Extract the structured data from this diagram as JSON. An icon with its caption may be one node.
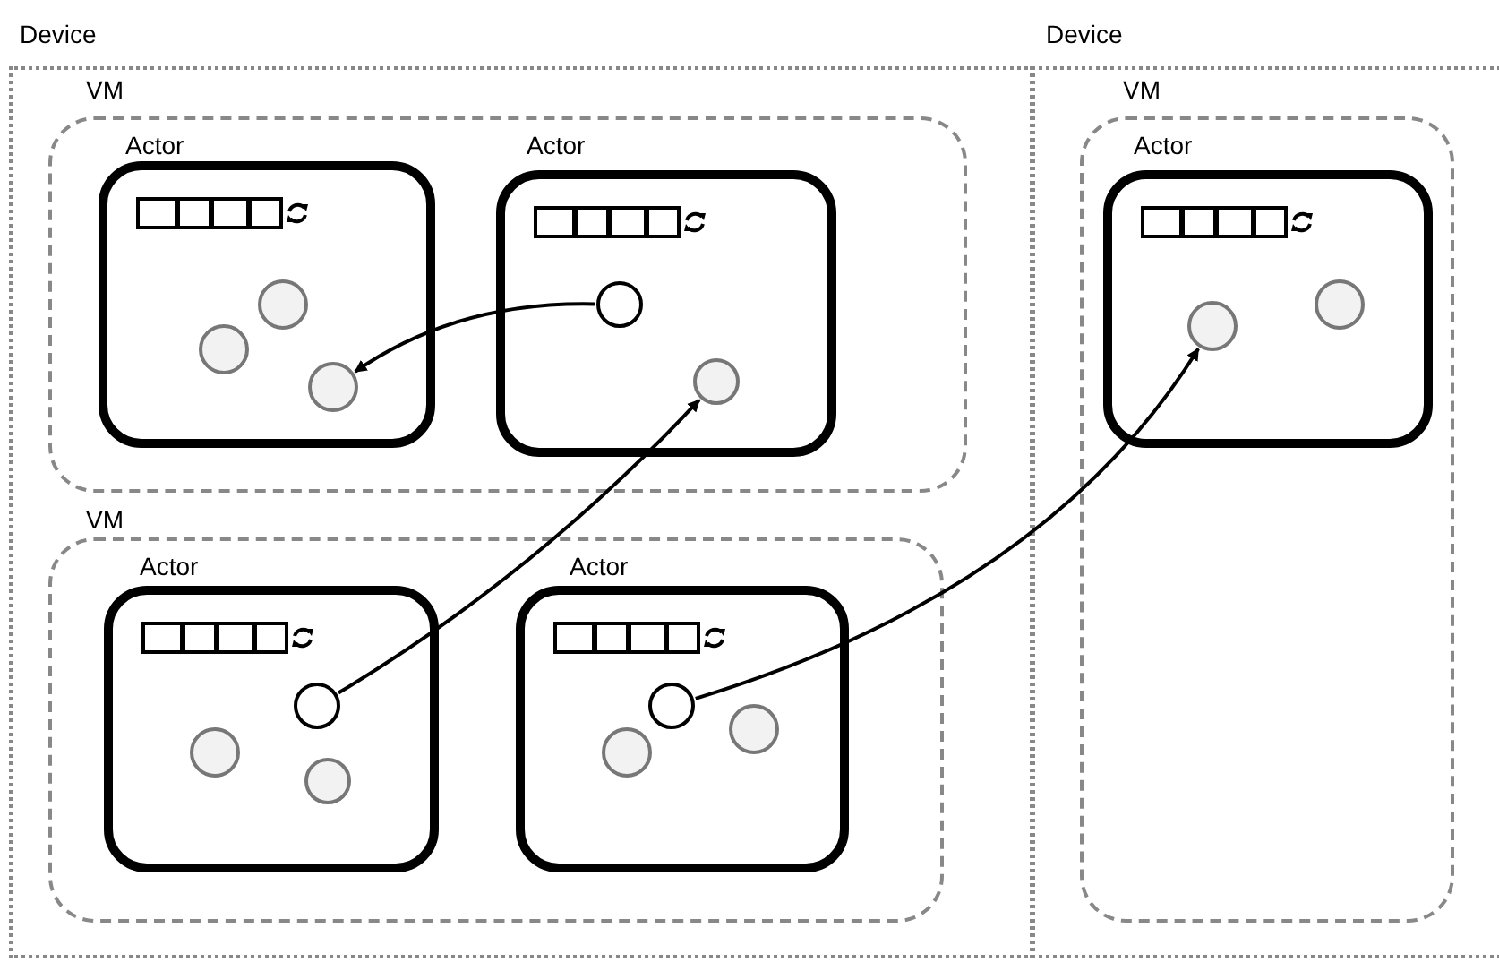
{
  "diagram": {
    "nodes": [
      {
        "text": [
          "Device"
        ]
      },
      {
        "text": [
          "VM"
        ],
        "in": 0
      },
      {
        "text": [
          "Actor"
        ],
        "in": 1
      },
      {
        "text": [
          "Actor"
        ],
        "in": 1
      },
      {
        "text": [
          "VM"
        ],
        "in": 0
      },
      {
        "text": [
          "Actor"
        ],
        "in": 4
      },
      {
        "text": [
          "Actor"
        ],
        "in": 4
      },
      {
        "text": [
          "Device"
        ]
      },
      {
        "text": [
          "VM"
        ],
        "in": 7
      },
      {
        "text": [
          "Actor"
        ],
        "in": 8
      },
      {
        "text": [],
        "shape": "circle",
        "in": 2
      },
      {
        "text": [],
        "shape": "circle",
        "in": 2
      },
      {
        "text": [],
        "shape": "circle",
        "in": 2
      },
      {
        "text": [],
        "shape": "circle",
        "in": 3
      },
      {
        "text": [],
        "shape": "circle",
        "in": 3
      },
      {
        "text": [],
        "shape": "circle",
        "in": 5
      },
      {
        "text": [],
        "shape": "circle",
        "in": 5
      },
      {
        "text": [],
        "shape": "circle",
        "in": 5
      },
      {
        "text": [],
        "shape": "circle",
        "in": 6
      },
      {
        "text": [],
        "shape": "circle",
        "in": 6
      },
      {
        "text": [],
        "shape": "circle",
        "in": 6
      },
      {
        "text": [],
        "shape": "circle",
        "in": 9
      },
      {
        "text": [],
        "shape": "circle",
        "in": 9
      }
    ],
    "edges": [
      {
        "from": 13,
        "to": 12,
        "arrow": "to"
      },
      {
        "from": 16,
        "to": 14,
        "arrow": "to"
      },
      {
        "from": 19,
        "to": 21,
        "arrow": "to"
      }
    ]
  }
}
